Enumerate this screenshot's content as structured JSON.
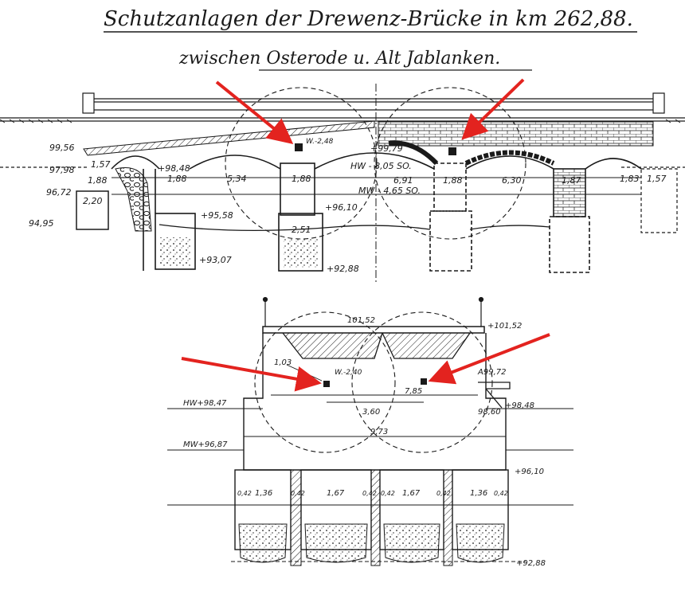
{
  "title": {
    "line1": "Schutzanlagen der Drewenz-Brücke in km 262,88.",
    "line2": "zwischen Osterode u. Alt Jablanken."
  },
  "elevation_labels": {
    "l_9956": "99,56",
    "l_9798": "97,98",
    "l_9672": "96,72",
    "l_9495": "94,95",
    "l_157": "1,57",
    "l_188a": "1,88",
    "l_220": "2,20",
    "l_188b": "1,88",
    "l_9848": "+98,48",
    "l_534": "5,34",
    "l_188c": "1,88",
    "l_w248": "W.-2,48",
    "l_9979": "+99,79",
    "l_hw": "HW - 8,05 SO.",
    "l_691": "6,91",
    "l_188d": "1,88",
    "l_630": "6,30",
    "l_mw": "MW - 4,65 SO.",
    "l_9558": "+95,58",
    "l_9610": "+96,10",
    "l_251": "2,51",
    "l_9307": "+93,07",
    "l_9288": "+92,88",
    "l_187": "1,87",
    "l_183": "1,83",
    "l_157b": "1,57"
  },
  "section_labels": {
    "l_10152a": "101,52",
    "l_10152b": "+101,52",
    "l_103": "1,03",
    "l_w240": "W.-2,40",
    "l_9972": "A99,72",
    "l_785": "7,85",
    "l_360": "3,60",
    "l_hw": "HW+98,47",
    "l_9848": "+98,48",
    "l_9860": "98,60",
    "l_973": "9,73",
    "l_mw": "MW+96,87",
    "l_9610": "+96,10",
    "l_136a": "1,36",
    "l_167a": "1,67",
    "l_167b": "1,67",
    "l_136b": "1,36",
    "l_042a": "0,42",
    "l_042b": "0,42",
    "l_042c": "0,42",
    "l_042d": "0,42",
    "l_042e": "0,42",
    "l_042f": "0,42",
    "l_9288": "+92,88"
  },
  "colors": {
    "ink": "#1a1a1a",
    "arrow": "#e3231f",
    "paper": "#ffffff"
  }
}
